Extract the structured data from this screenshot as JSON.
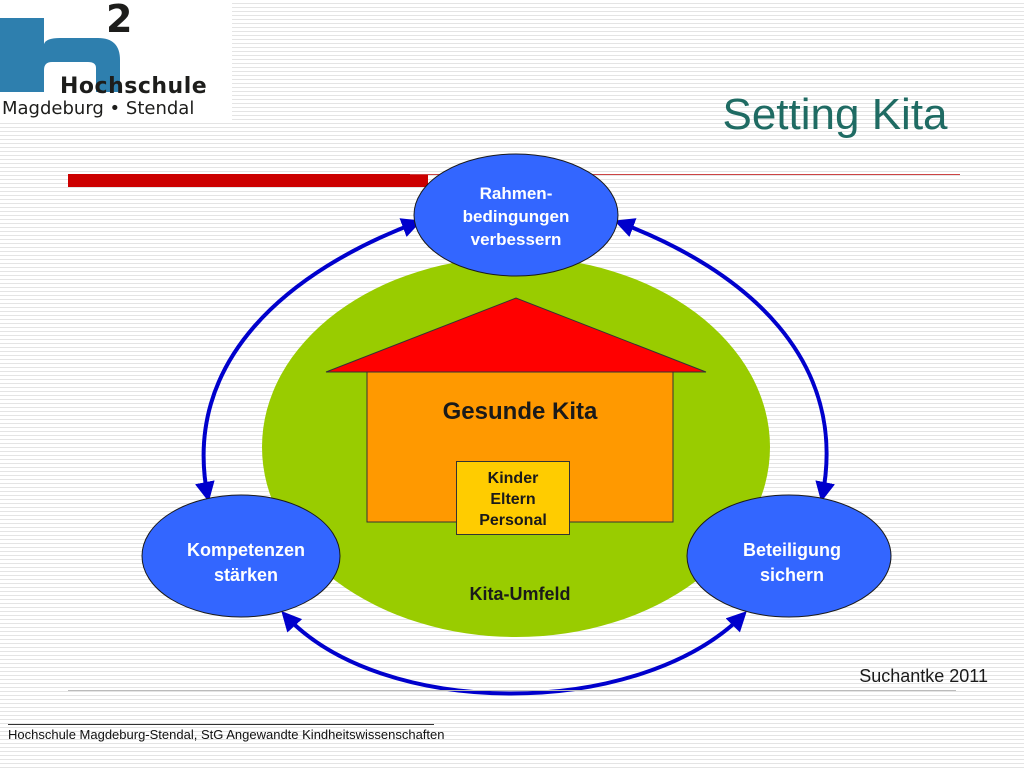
{
  "logo": {
    "superscript": "2",
    "line1": "Hochschule",
    "line2": "Magdeburg • Stendal",
    "colors": {
      "letter": "#2e7fae",
      "text": "#1d1d1b"
    }
  },
  "title": "Setting Kita",
  "diagram": {
    "top_node": {
      "lines": [
        "Rahmen-",
        "bedingungen",
        "verbessern"
      ]
    },
    "left_node": {
      "lines": [
        "Kompetenzen",
        "stärken"
      ]
    },
    "right_node": {
      "lines": [
        "Beteiligung",
        "sichern"
      ]
    },
    "house_label": "Gesunde Kita",
    "inner_box": {
      "lines": [
        "Kinder",
        "Eltern",
        "Personal"
      ]
    },
    "environment_label": "Kita-Umfeld",
    "colors": {
      "environment": "#99cc00",
      "node": "#3366ff",
      "roof": "#ff0000",
      "house": "#ff9900",
      "inner_box": "#ffcc00",
      "arrow": "#0000cc"
    }
  },
  "source": "Suchantke 2011",
  "footer": "Hochschule Magdeburg-Stendal, StG Angewandte Kindheitswissenschaften"
}
